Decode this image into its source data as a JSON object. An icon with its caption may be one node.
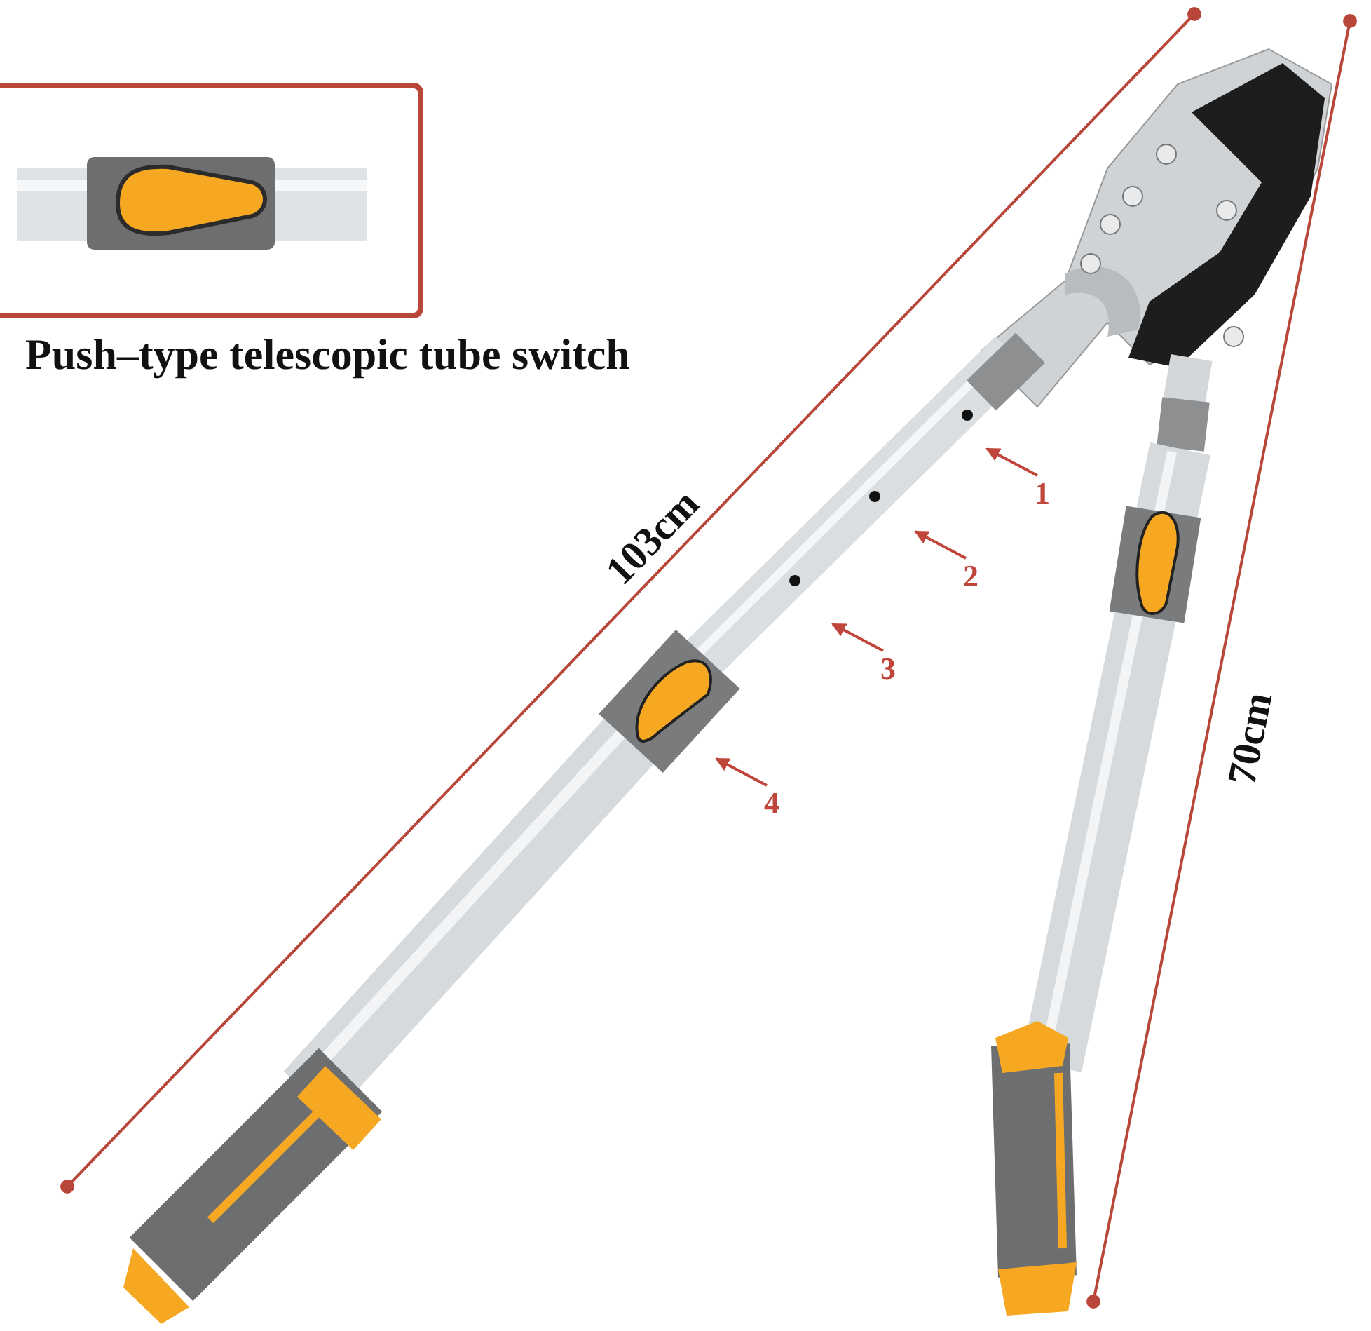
{
  "diagram": {
    "nodes": [
      {
        "text": [
          "1"
        ]
      },
      {
        "text": [
          "2"
        ]
      },
      {
        "text": [
          "3"
        ]
      },
      {
        "text": [
          "4"
        ]
      }
    ],
    "edges": [
      {
        "from": 0,
        "to": null,
        "arrow": "to"
      },
      {
        "from": 1,
        "to": null,
        "arrow": "to"
      },
      {
        "from": 2,
        "to": null,
        "arrow": "to"
      },
      {
        "from": 3,
        "to": null,
        "arrow": "to"
      }
    ],
    "labels": [
      "Push–type telescopic tube switch",
      "103cm",
      "70cm"
    ]
  }
}
